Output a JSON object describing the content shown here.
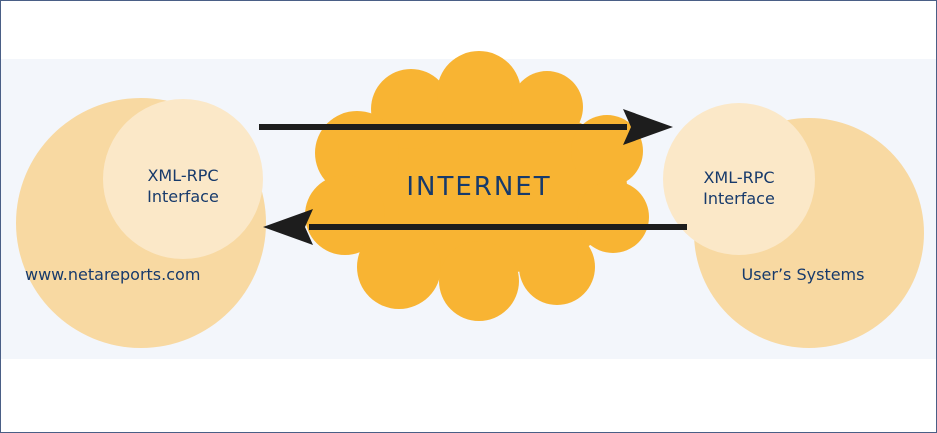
{
  "diagram": {
    "left_node": {
      "interface_line1": "XML-RPC",
      "interface_line2": "Interface",
      "site_label": "www.netareports.com"
    },
    "center": {
      "label": "INTERNET"
    },
    "right_node": {
      "interface_line1": "XML-RPC",
      "interface_line2": "Interface",
      "system_label": "User’s Systems"
    },
    "colors": {
      "outer_circle": "#f8d9a2",
      "inner_circle": "#fbe8c8",
      "cloud": "#f8b433",
      "arrow": "#1d1d1d",
      "text": "#173a6b",
      "border": "#4a5f86",
      "band": "#f3f6fb"
    }
  }
}
